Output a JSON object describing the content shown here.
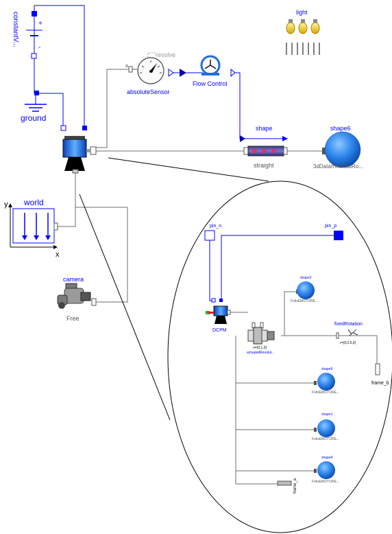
{
  "labels": {
    "constant": "constantV...",
    "plus": "+",
    "minus": "-",
    "ground": "ground",
    "light": "light",
    "resolve": "resolve",
    "sensor_a": "a",
    "absolute_sensor": "absoluteSensor",
    "flow_control": "Flow Control",
    "shape": "shape",
    "shape6": "shape6",
    "straight": "straight",
    "tail_rotor": "3dData/Heli/TailRo...",
    "world": "world",
    "world_y": "y",
    "world_x": "x",
    "camera": "camera",
    "free": "Free",
    "pin_n": "pin_n",
    "pin_p": "pin_p",
    "shape3": "shape3",
    "fotis1": "FotisEMOTORE...",
    "dcpm": "DCPM",
    "n_vec": "n={0,1,0}",
    "actuated": "actuatedRevolut...",
    "fixed_rotation": "fixedRotation",
    "r_vec": "r={0,0.5,0}",
    "frame_b": "frame_b",
    "shape5": "shape5",
    "fotis2": "FotisEMOTORE...",
    "shape1": "shape1",
    "fotis3": "FotisEMOTORE...",
    "shape4": "shape4",
    "fotis4": "FotisEMOTORE...",
    "frame_a": "frame_a"
  },
  "colors": {
    "blue": "#0000ff",
    "grey_wire": "#6e6e6e",
    "connector_blue": "#1a66ff",
    "motor_dark": "#000000",
    "sphere": "#1f7be6",
    "bulb": "#f2d21e",
    "lens_outline": "#000000"
  },
  "icons": [
    "battery-icon",
    "ground-icon",
    "light-bulbs-icon",
    "sensor-dial-icon",
    "flow-control-icon",
    "shape-bar-icon",
    "sphere-icon",
    "world-axes-icon",
    "camera-icon",
    "dc-motor-icon",
    "revolute-joint-icon",
    "rotation-axes-icon"
  ]
}
